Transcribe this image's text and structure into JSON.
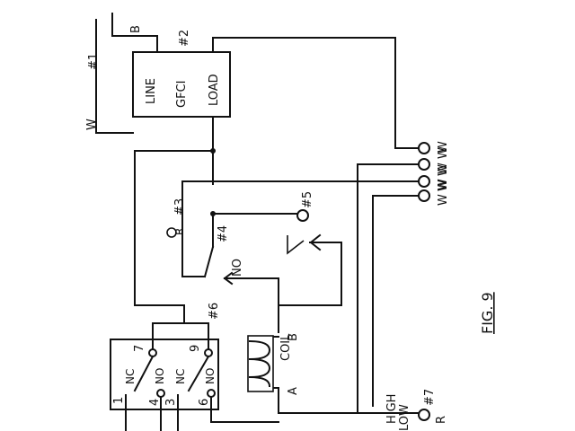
{
  "figure_label": "FIG. 9",
  "gfci": {
    "ref": "#2",
    "line_label": "LINE",
    "center_label": "GFCI",
    "load_label": "LOAD"
  },
  "supply": {
    "ref": "#1",
    "wire_w": "W",
    "wire_b": "B"
  },
  "terminals_right": [
    "W",
    "W W",
    "W W",
    "W W"
  ],
  "component_3": {
    "ref": "#3",
    "mark": "R"
  },
  "component_4": {
    "ref": "#4"
  },
  "component_5": {
    "ref": "#5"
  },
  "relay_contact_label": "NO",
  "coil": {
    "label": "COIL",
    "end_a": "A",
    "end_b": "B"
  },
  "relay_block": {
    "ref": "#6",
    "pins": [
      "1",
      "7",
      "4",
      "3",
      "9",
      "6"
    ],
    "contacts": [
      "NC",
      "NO",
      "NC",
      "NO"
    ]
  },
  "bottom_terminal": {
    "ref": "#7",
    "high_label": "HIGH",
    "low_label": "LOW",
    "r_label": "R"
  }
}
